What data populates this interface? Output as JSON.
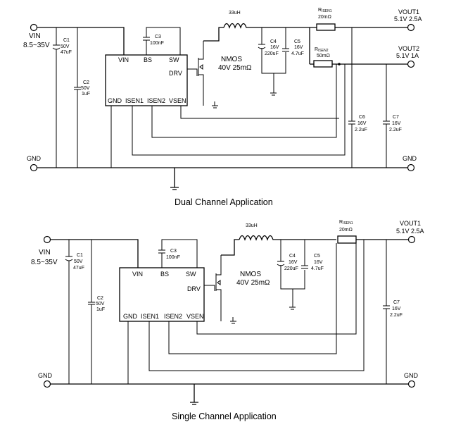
{
  "dual": {
    "caption": "Dual Channel Application",
    "vin_label": "VIN",
    "vin_range": "8.5~35V",
    "gnd_left": "GND",
    "gnd_right": "GND",
    "c1": {
      "ref": "C1",
      "v": "50V",
      "val": "47uF"
    },
    "c2": {
      "ref": "C2",
      "v": "50V",
      "val": "1uF"
    },
    "c3": {
      "ref": "C3",
      "val": "100nF"
    },
    "c4": {
      "ref": "C4",
      "v": "16V",
      "val": "220uF"
    },
    "c5": {
      "ref": "C5",
      "v": "16V",
      "val": "4.7uF"
    },
    "c6": {
      "ref": "C6",
      "v": "16V",
      "val": "2.2uF"
    },
    "c7": {
      "ref": "C7",
      "v": "16V",
      "val": "2.2uF"
    },
    "inductor": "33uH",
    "nmos_name": "NMOS",
    "nmos_spec": "40V 25mΩ",
    "rsen1": {
      "main": "R",
      "sub": "ISEN1",
      "val": "20mΩ"
    },
    "rsen2": {
      "main": "R",
      "sub": "ISEN2",
      "val": "50mΩ"
    },
    "vout1": {
      "name": "VOUT1",
      "spec": "5.1V 2.5A"
    },
    "vout2": {
      "name": "VOUT2",
      "spec": "5.1V 1A"
    },
    "ic_pins": {
      "vin": "VIN",
      "bs": "BS",
      "sw": "SW",
      "drv": "DRV",
      "gnd": "GND",
      "isen1": "ISEN1",
      "isen2": "ISEN2",
      "vsen": "VSEN"
    }
  },
  "single": {
    "caption": "Single Channel Application",
    "vin_label": "VIN",
    "vin_range": "8.5~35V",
    "gnd_left": "GND",
    "gnd_right": "GND",
    "c1": {
      "ref": "C1",
      "v": "50V",
      "val": "47uF"
    },
    "c2": {
      "ref": "C2",
      "v": "50V",
      "val": "1uF"
    },
    "c3": {
      "ref": "C3",
      "val": "100nF"
    },
    "c4": {
      "ref": "C4",
      "v": "16V",
      "val": "220uF"
    },
    "c5": {
      "ref": "C5",
      "v": "16V",
      "val": "4.7uF"
    },
    "c7": {
      "ref": "C7",
      "v": "16V",
      "val": "2.2uF"
    },
    "inductor": "33uH",
    "nmos_name": "NMOS",
    "nmos_spec": "40V 25mΩ",
    "rsen1": {
      "main": "R",
      "sub": "ISEN1",
      "val": "20mΩ"
    },
    "vout1": {
      "name": "VOUT1",
      "spec": "5.1V 2.5A"
    },
    "ic_pins": {
      "vin": "VIN",
      "bs": "BS",
      "sw": "SW",
      "drv": "DRV",
      "gnd": "GND",
      "isen1": "ISEN1",
      "isen2": "ISEN2",
      "vsen": "VSEN"
    }
  }
}
